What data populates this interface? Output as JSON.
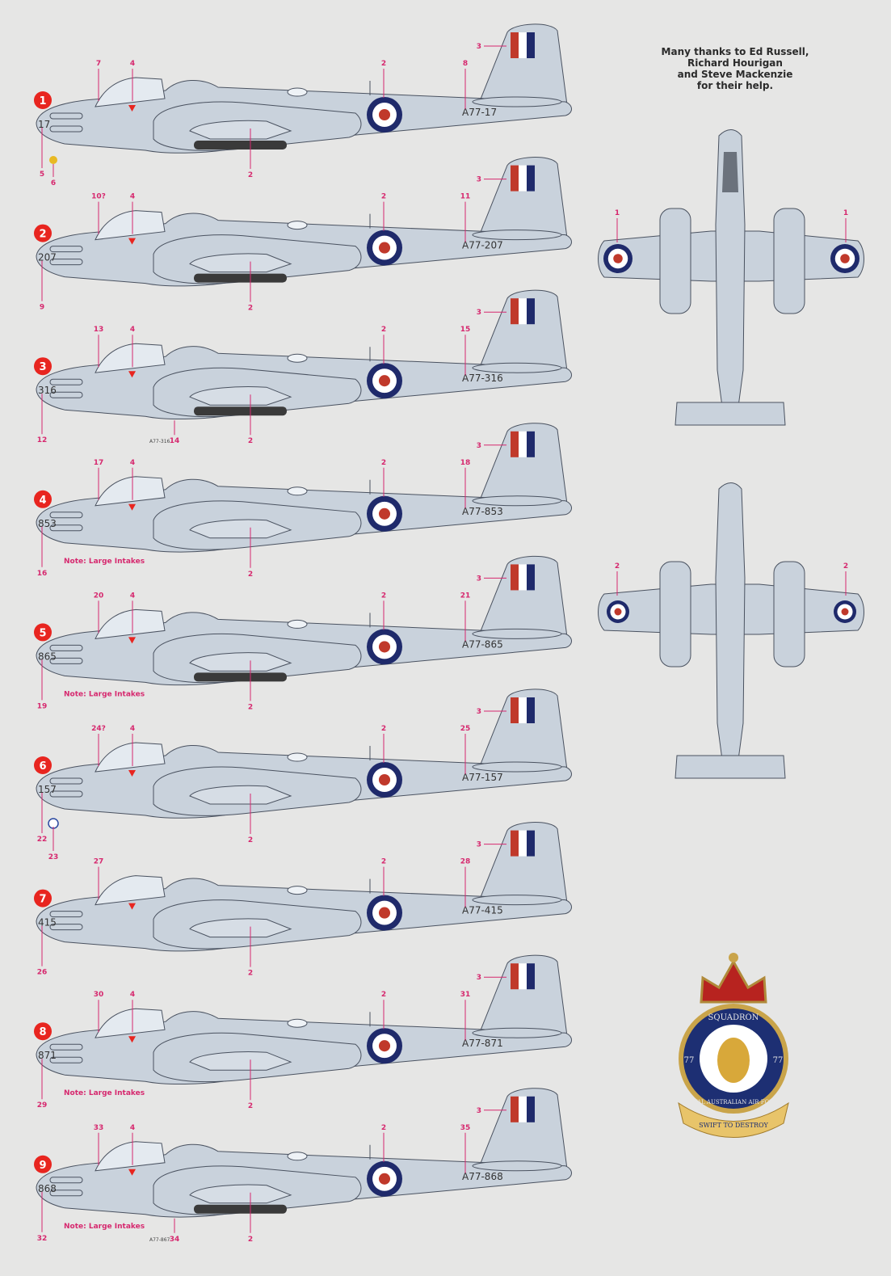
{
  "credits": [
    "Many thanks to Ed Russell,",
    "Richard Hourigan",
    "and Steve Mackenzie",
    "for their help."
  ],
  "colors": {
    "background": "#e6e6e5",
    "aircraft": "#c9d2dc",
    "outline": "#4a5260",
    "callout": "#d6286e",
    "badge": "#e8251f",
    "roundel_blue": "#1f2a6b",
    "roundel_red": "#c0392b",
    "bomb": "#3a3a3a"
  },
  "profiles": [
    {
      "number": "1",
      "nose_code": "17",
      "serial": "A77-17",
      "callouts": {
        "art": "7",
        "marker": "4",
        "roundel": "2",
        "serial": "8",
        "fin": "3",
        "under": "2",
        "nose": "5",
        "extra": "6"
      },
      "store": true,
      "note": null,
      "small_serial": null
    },
    {
      "number": "2",
      "nose_code": "207",
      "serial": "A77-207",
      "callouts": {
        "art": "10?",
        "marker": "4",
        "roundel": "2",
        "serial": "11",
        "fin": "3",
        "under": "2",
        "nose": "9"
      },
      "store": true,
      "note": null,
      "small_serial": null
    },
    {
      "number": "3",
      "nose_code": "316",
      "serial": "A77-316",
      "callouts": {
        "art": "13",
        "marker": "4",
        "roundel": "2",
        "serial": "15",
        "fin": "3",
        "under": "2",
        "nose": "12",
        "extra": "14"
      },
      "store": true,
      "note": null,
      "small_serial": "A77-316"
    },
    {
      "number": "4",
      "nose_code": "853",
      "serial": "A77-853",
      "callouts": {
        "art": "17",
        "marker": "4",
        "roundel": "2",
        "serial": "18",
        "fin": "3",
        "under": "2",
        "nose": "16"
      },
      "store": false,
      "note": "Note: Large Intakes",
      "small_serial": null
    },
    {
      "number": "5",
      "nose_code": "865",
      "serial": "A77-865",
      "callouts": {
        "art": "20",
        "marker": "4",
        "roundel": "2",
        "serial": "21",
        "fin": "3",
        "under": "2",
        "nose": "19"
      },
      "store": true,
      "note": "Note: Large Intakes",
      "small_serial": null
    },
    {
      "number": "6",
      "nose_code": "157",
      "serial": "A77-157",
      "callouts": {
        "art": "24?",
        "marker": "4",
        "roundel": "2",
        "serial": "25",
        "fin": "3",
        "under": "2",
        "nose": "22",
        "extra": "23"
      },
      "store": false,
      "note": null,
      "small_serial": null
    },
    {
      "number": "7",
      "nose_code": "415",
      "serial": "A77-415",
      "callouts": {
        "art": "27",
        "roundel": "2",
        "serial": "28",
        "fin": "3",
        "under": "2",
        "nose": "26"
      },
      "store": false,
      "note": null,
      "small_serial": null
    },
    {
      "number": "8",
      "nose_code": "871",
      "serial": "A77-871",
      "callouts": {
        "art": "30",
        "marker": "4",
        "roundel": "2",
        "serial": "31",
        "fin": "3",
        "under": "2",
        "nose": "29"
      },
      "store": false,
      "note": "Note: Large Intakes",
      "small_serial": null
    },
    {
      "number": "9",
      "nose_code": "868",
      "serial": "A77-868",
      "callouts": {
        "art": "33",
        "marker": "4",
        "roundel": "2",
        "serial": "35",
        "fin": "3",
        "under": "2",
        "nose": "32",
        "extra": "34"
      },
      "store": true,
      "note": "Note: Large Intakes",
      "small_serial": "A77-867"
    }
  ],
  "plan_views": [
    {
      "view": "top",
      "callouts": [
        "1",
        "1"
      ]
    },
    {
      "view": "bottom",
      "callouts": [
        "2",
        "2"
      ]
    }
  ],
  "crest": {
    "motto": "SWIFT TO DESTROY",
    "ring_top": "SQUADRON",
    "ring_bottom": "ROYAL AUSTRALIAN AIR FORCE",
    "number": "77"
  }
}
